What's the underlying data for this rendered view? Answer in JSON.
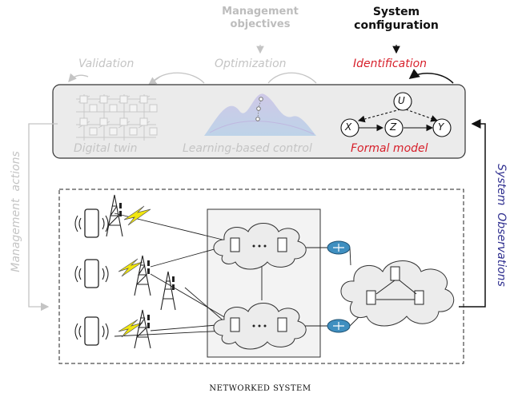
{
  "top_labels": {
    "management_objectives": [
      "Management",
      "objectives"
    ],
    "system_configuration": [
      "System",
      "configuration"
    ]
  },
  "pipeline": {
    "validation": "Validation",
    "optimization": "Optimization",
    "identification": "Identification"
  },
  "model_box": {
    "digital_twin": "Digital twin",
    "learning_based_control": "Learning-based control",
    "formal_model": "Formal model",
    "causal_nodes": [
      "U",
      "X",
      "Z",
      "Y"
    ]
  },
  "side_labels": {
    "management_actions": "Management  actions",
    "system_observations": "System  Observations"
  },
  "networked_system_label": "NETWORKED SYSTEM",
  "colors": {
    "red": "#d71f2a",
    "grey": "#c4c4c4",
    "blue": "#2f2f8f",
    "router": "#3f8fc0",
    "box_fill": "#ebebeb"
  }
}
